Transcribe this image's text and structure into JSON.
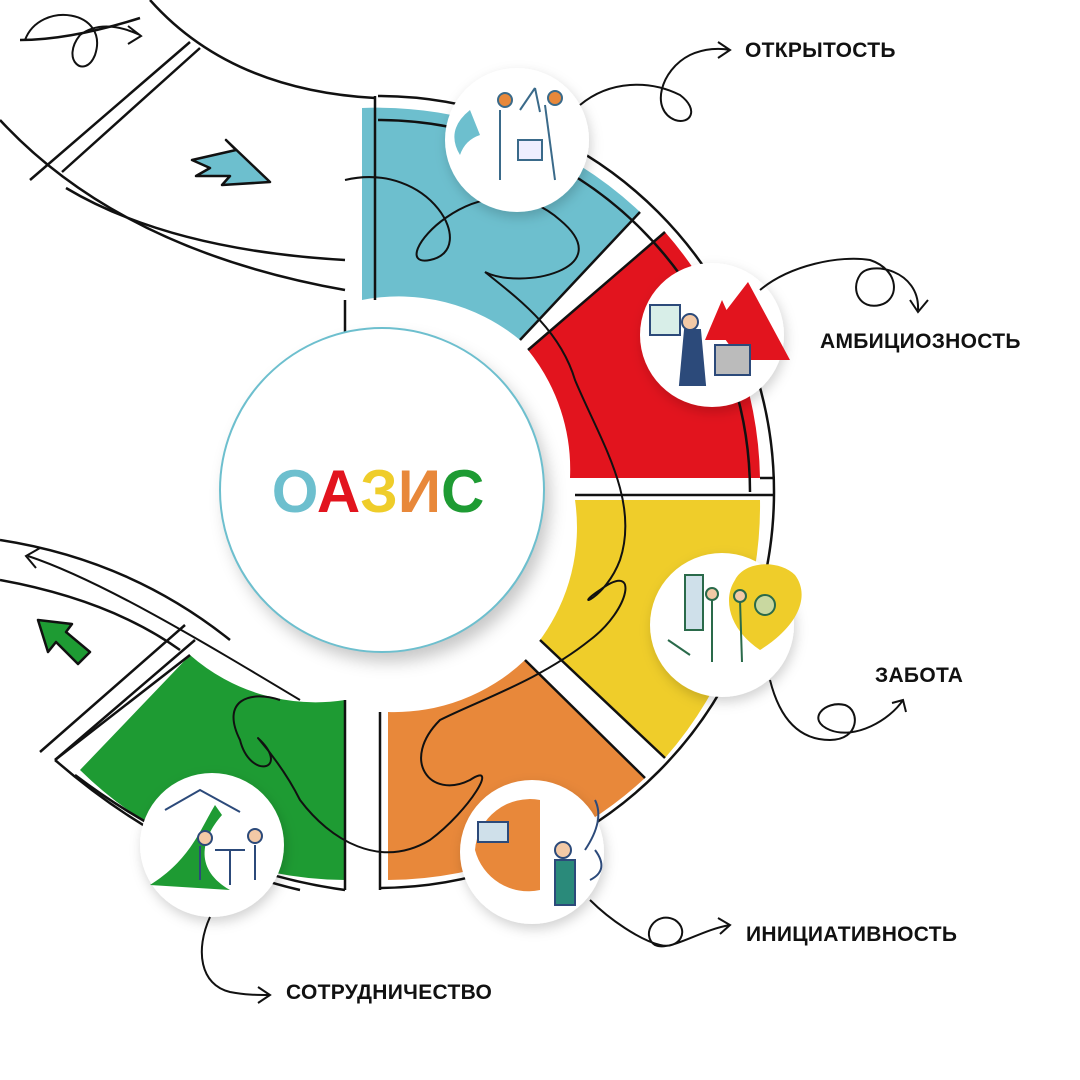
{
  "title_letters": [
    {
      "char": "О",
      "color": "#6DBFCE"
    },
    {
      "char": "А",
      "color": "#E2141E"
    },
    {
      "char": "З",
      "color": "#EFCD2A"
    },
    {
      "char": "И",
      "color": "#E8883A"
    },
    {
      "char": "С",
      "color": "#1E9B33"
    }
  ],
  "values": [
    {
      "id": "openness",
      "label": "ОТКРЫТОСТЬ",
      "color": "#6DBFCE",
      "icon": "teamwork-high-five-illustration"
    },
    {
      "id": "ambition",
      "label": "АМБИЦИОЗНОСТЬ",
      "color": "#E2141E",
      "icon": "mountain-peaks-engineer-illustration"
    },
    {
      "id": "care",
      "label": "ЗАБОТА",
      "color": "#EFCD2A",
      "icon": "heart-city-park-illustration"
    },
    {
      "id": "initiative",
      "label": "ИНИЦИАТИВНОСТЬ",
      "color": "#E8883A",
      "icon": "robotics-vr-illustration"
    },
    {
      "id": "cooperation",
      "label": "СОТРУДНИЧЕСТВО",
      "color": "#1E9B33",
      "icon": "business-meeting-illustration"
    }
  ],
  "colors": {
    "ring_stroke": "#111111",
    "circle_border": "#6DBFCE",
    "arrow_blue": "#6DBFCE",
    "arrow_green": "#1E9B33"
  }
}
